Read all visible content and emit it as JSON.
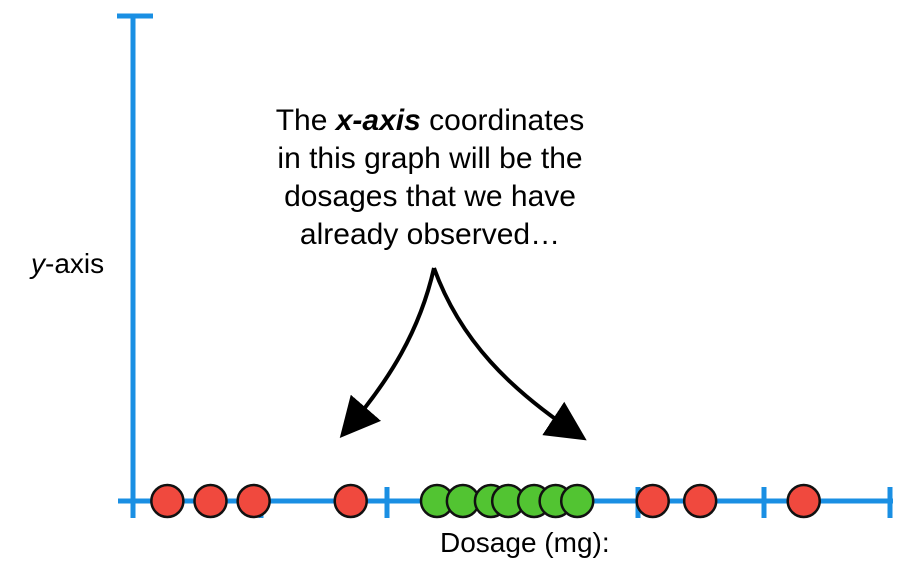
{
  "labels": {
    "y_axis_italic": "y",
    "y_axis_rest": "-axis",
    "x_axis": "Dosage (mg):"
  },
  "annotation": {
    "line1_pre": "The ",
    "line1_bold": "x-axis",
    "line1_post": " coordinates",
    "line2": "in this graph will be the",
    "line3": "dosages that we have",
    "line4": "already observed…"
  },
  "colors": {
    "axis": "#1a8fe3",
    "not_effective": "#f0493e",
    "effective": "#52c432",
    "outline": "#111111",
    "arrow": "#000000"
  },
  "observations": [
    {
      "dosage": 1.5,
      "effective": false
    },
    {
      "dosage": 3.5,
      "effective": false
    },
    {
      "dosage": 5.5,
      "effective": false
    },
    {
      "dosage": 10,
      "effective": false
    },
    {
      "dosage": 14,
      "effective": true
    },
    {
      "dosage": 15.2,
      "effective": true
    },
    {
      "dosage": 16.5,
      "effective": true
    },
    {
      "dosage": 17.3,
      "effective": true
    },
    {
      "dosage": 18.5,
      "effective": true
    },
    {
      "dosage": 19.5,
      "effective": true
    },
    {
      "dosage": 20.5,
      "effective": true
    },
    {
      "dosage": 24,
      "effective": false
    },
    {
      "dosage": 26.2,
      "effective": false
    },
    {
      "dosage": 31,
      "effective": false
    }
  ]
}
